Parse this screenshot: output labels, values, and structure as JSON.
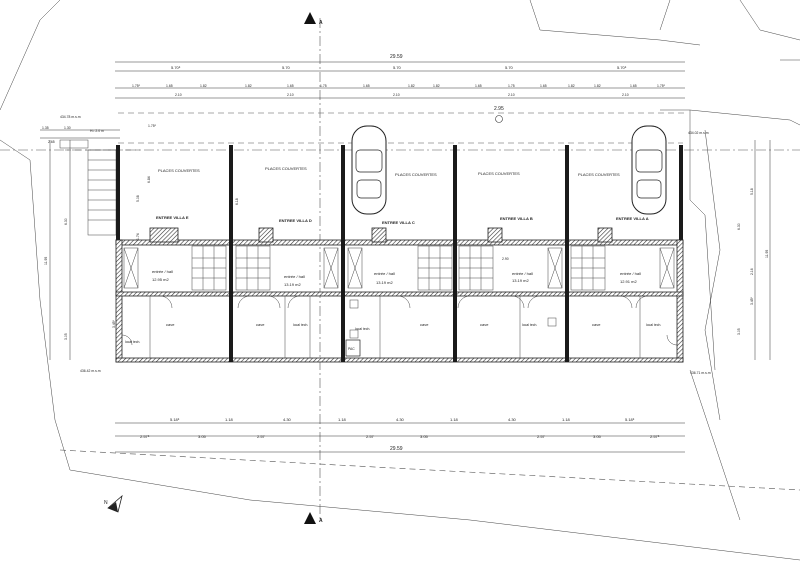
{
  "section_marker": "A",
  "north_label": "N",
  "levels": {
    "top_left": "434.78 m.s.m",
    "top_right": "434.02 m.s.m",
    "bottom_left": "436.42 m.s.m",
    "bottom_right": "436.71 m.s.m"
  },
  "height_note": "H= 2.0 m",
  "center_dim": "2.95",
  "top_dims": {
    "total": "29.59",
    "row1": [
      "5.70⁵",
      "5.70",
      "5.70",
      "5.70",
      "5.70⁵"
    ],
    "row2": [
      "1.75⁵",
      "1.65",
      "1.82",
      "1.82",
      "1.65",
      "1.75",
      "1.65",
      "1.82",
      "1.82",
      "1.65",
      "1.75",
      "1.65",
      "1.82",
      "1.82",
      "1.65",
      "1.75⁵"
    ],
    "row3": [
      "2.10",
      "2.10",
      "2.10",
      "2.10",
      "2.10"
    ]
  },
  "bottom_dims": {
    "row1": [
      "5.18⁵",
      "1.18",
      "4.30",
      "1.18",
      "4.30",
      "1.18",
      "4.30",
      "1.18",
      "5.18⁵"
    ],
    "row2": [
      "2.57⁵",
      "3.05",
      "2.57",
      "2.57",
      "3.05",
      "2.57",
      "3.05",
      "2.57⁵"
    ],
    "total": "29.59"
  },
  "left_dims": [
    "1.35",
    "1.30",
    "2.65",
    "6.30",
    "11.95",
    "3.05",
    "3.45⁵"
  ],
  "right_dims": [
    "5.18",
    "6.30",
    "2.16",
    "11.95",
    "3.45⁵",
    "3.05"
  ],
  "inner_dims": [
    "6.84",
    "5.08",
    "6.18",
    "2.90",
    "1.74",
    "1.75⁵"
  ],
  "places_couvertes": [
    "PLACES COUVERTES",
    "PLACES COUVERTES",
    "PLACES COUVERTES",
    "PLACES COUVERTES",
    "PLACES COUVERTES"
  ],
  "villas": [
    {
      "entree": "ENTREE VILLA E",
      "hall": "entrée / hall",
      "area": "12.95 m2"
    },
    {
      "entree": "ENTREE VILLA D",
      "hall": "entrée / hall",
      "area": "13.19 m2"
    },
    {
      "entree": "ENTREE VILLA C",
      "hall": "entrée / hall",
      "area": "13.19 m2"
    },
    {
      "entree": "ENTREE VILLA B",
      "hall": "entrée / hall",
      "area": "13.19 m2"
    },
    {
      "entree": "ENTREE VILLA A",
      "hall": "entrée / hall",
      "area": "12.91 m2"
    }
  ],
  "basement": {
    "cave": "cave",
    "local_tech": "local tech.",
    "pac": "PAC"
  }
}
